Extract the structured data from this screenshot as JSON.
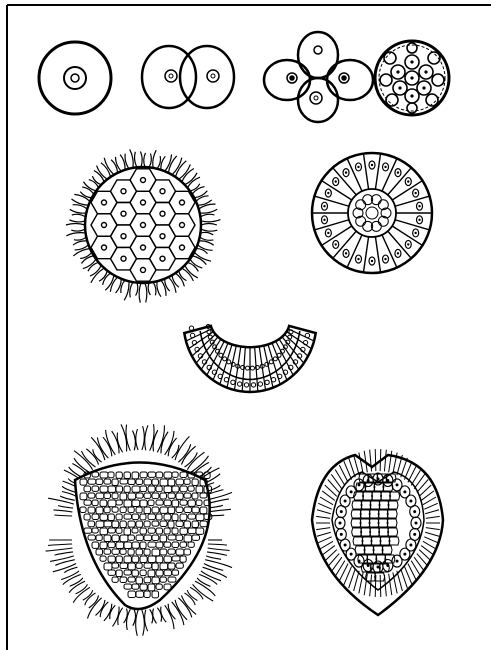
{
  "plate": {
    "ink": "#000000",
    "paper": "#ffffff",
    "figures": [
      {
        "id": "zygote",
        "icon": "single-cell-egg-illustration"
      },
      {
        "id": "two-cell",
        "icon": "two-cell-stage-illustration"
      },
      {
        "id": "four-cell",
        "icon": "four-cell-stage-illustration"
      },
      {
        "id": "morula",
        "icon": "morula-illustration"
      },
      {
        "id": "ciliated-blastula",
        "icon": "ciliated-blastula-illustration"
      },
      {
        "id": "blastula-section",
        "icon": "blastula-cross-section-illustration"
      },
      {
        "id": "gastrula-invagination",
        "icon": "invaginating-gastrula-illustration"
      },
      {
        "id": "ciliated-larva",
        "icon": "ciliated-larva-illustration"
      },
      {
        "id": "larva-section",
        "icon": "larva-cross-section-illustration"
      }
    ]
  }
}
